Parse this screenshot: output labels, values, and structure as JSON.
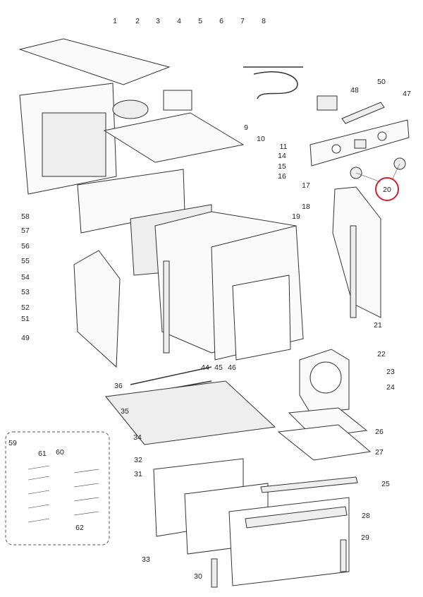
{
  "diagram": {
    "highlight_color": "#d0202a",
    "highlighted_part": "20",
    "parts": [
      "1",
      "2",
      "3",
      "4",
      "5",
      "6",
      "7",
      "8",
      "50",
      "48",
      "47",
      "9",
      "10",
      "11",
      "14",
      "15",
      "16",
      "20",
      "17",
      "18",
      "19",
      "58",
      "57",
      "56",
      "55",
      "54",
      "53",
      "52",
      "51",
      "49",
      "21",
      "22",
      "44",
      "45",
      "46",
      "23",
      "36",
      "24",
      "35",
      "34",
      "26",
      "59",
      "61",
      "60",
      "27",
      "32",
      "31",
      "25",
      "28",
      "62",
      "29",
      "33",
      "30"
    ]
  }
}
